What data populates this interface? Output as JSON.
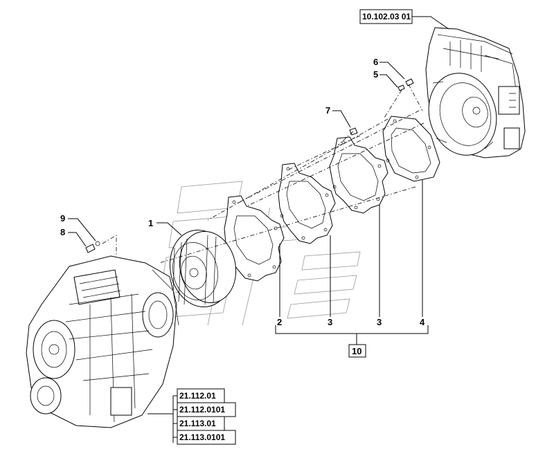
{
  "callouts": {
    "c1": "1",
    "c2": "2",
    "c3a": "3",
    "c3b": "3",
    "c4": "4",
    "c5": "5",
    "c6": "6",
    "c7": "7",
    "c8": "8",
    "c9": "9"
  },
  "kit": {
    "label": "10"
  },
  "references": {
    "engine": "10.102.03 01",
    "transmission": [
      "21.112.01",
      "21.112.0101",
      "21.113.01",
      "21.113.0101"
    ]
  }
}
